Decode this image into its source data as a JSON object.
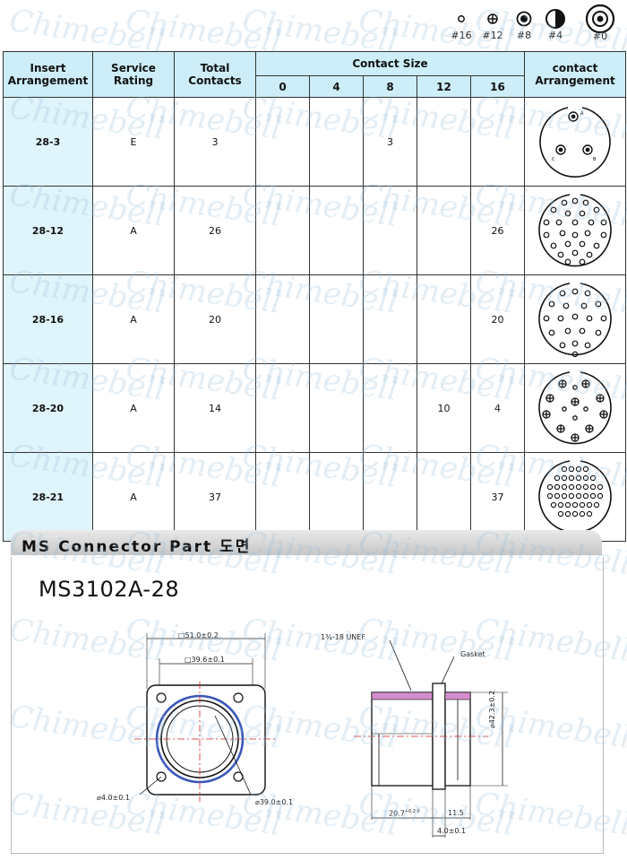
{
  "legend": [
    {
      "label": "#16",
      "icon": "dot-small-icon"
    },
    {
      "label": "#12",
      "icon": "crosshair-circle-icon"
    },
    {
      "label": "#8",
      "icon": "target-circle-icon"
    },
    {
      "label": "#4",
      "icon": "half-circle-icon"
    },
    {
      "label": "#0",
      "icon": "large-ring-icon"
    }
  ],
  "watermark": "Chimebell",
  "table": {
    "headers": {
      "insert": "Insert Arrangement",
      "service": "Service Rating",
      "total": "Total Contacts",
      "contact_size": "Contact Size",
      "sizes": [
        "0",
        "4",
        "8",
        "12",
        "16"
      ],
      "arrangement": "contact Arrangement"
    },
    "rows": [
      {
        "insert": "28-3",
        "service": "E",
        "total": "3",
        "s0": "",
        "s4": "",
        "s8": "3",
        "s12": "",
        "s16": ""
      },
      {
        "insert": "28-12",
        "service": "A",
        "total": "26",
        "s0": "",
        "s4": "",
        "s8": "",
        "s12": "",
        "s16": "26"
      },
      {
        "insert": "28-16",
        "service": "A",
        "total": "20",
        "s0": "",
        "s4": "",
        "s8": "",
        "s12": "",
        "s16": "20"
      },
      {
        "insert": "28-20",
        "service": "A",
        "total": "14",
        "s0": "",
        "s4": "",
        "s8": "",
        "s12": "10",
        "s16": "4"
      },
      {
        "insert": "28-21",
        "service": "A",
        "total": "37",
        "s0": "",
        "s4": "",
        "s8": "",
        "s12": "",
        "s16": "37"
      }
    ]
  },
  "section": {
    "title": "MS Connector Part 도면"
  },
  "drawing": {
    "part_number": "MS3102A-28",
    "dims": {
      "flange": "□51.0±0.2",
      "bolt": "□39.6±0.1",
      "hole": "⌀4.0±0.1",
      "bore": "⌀39.0±0.1",
      "thread": "1¾-18 UNEF",
      "gasket": "Gasket",
      "diameter": "⌀42.3±0.2",
      "length": "20.7",
      "length_tol": "+0.2 0",
      "flange_to_end": "11.5",
      "thickness": "4.0±0.1"
    }
  },
  "colors": {
    "header_bg": "#cdeef8",
    "first_col_bg": "#dff4fb",
    "band": "#c7c7c7",
    "red_axis": "#d42020",
    "blue_line": "#3a57b8",
    "pink_thread": "#d58cd0"
  }
}
